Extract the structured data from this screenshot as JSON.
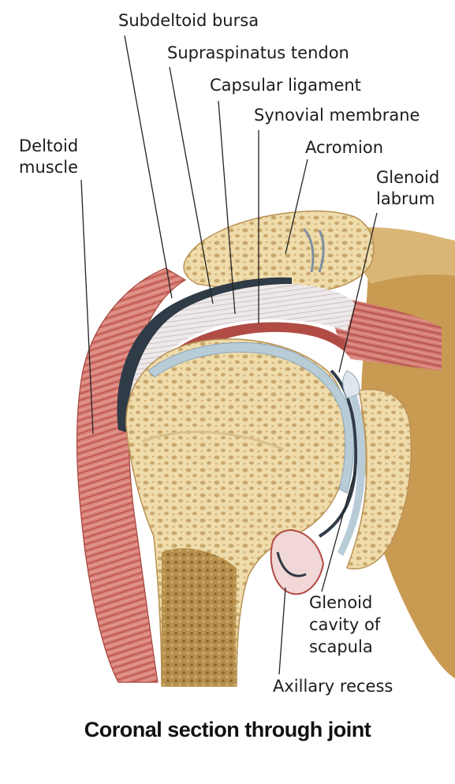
{
  "labels": {
    "subdeltoid_bursa": "Subdeltoid bursa",
    "supraspinatus_tendon": "Supraspinatus tendon",
    "capsular_ligament": "Capsular ligament",
    "synovial_membrane": "Synovial membrane",
    "acromion": "Acromion",
    "glenoid_labrum_1": "Glenoid",
    "glenoid_labrum_2": "labrum",
    "deltoid_1": "Deltoid",
    "deltoid_2": "muscle",
    "glenoid_cavity_1": "Glenoid",
    "glenoid_cavity_2": "cavity of",
    "glenoid_cavity_3": "scapula",
    "axillary_recess": "Axillary recess"
  },
  "caption": "Coronal section through joint",
  "colors": {
    "bone": "#efdcab",
    "bone_pores": "#c9a86c",
    "marrow": "#a8823f",
    "muscle": "#d9837a",
    "muscle_dark": "#b9524a",
    "cartilage": "#b8ccd8",
    "bursa": "#2f3b46",
    "tendon": "#ece7e6",
    "scapula_tan": "#c99a52",
    "leader": "#222222"
  }
}
